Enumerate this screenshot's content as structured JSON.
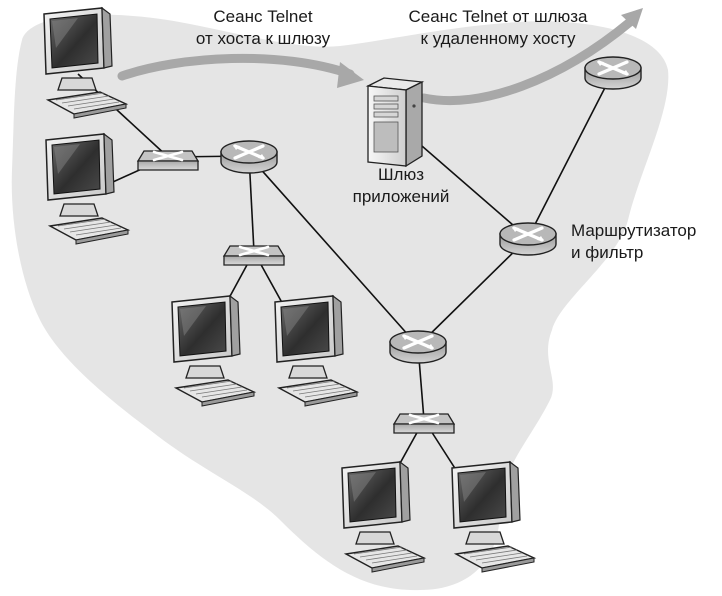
{
  "labels": {
    "session_host_to_gateway": [
      "Сеанс Telnet",
      "от хоста к шлюзу"
    ],
    "session_gateway_to_remote": [
      "Сеанс Telnet от шлюза",
      "к удаленному хосту"
    ],
    "application_gateway": [
      "Шлюз",
      "приложений"
    ],
    "router_and_filter": [
      "Маршрутизатор",
      "и фильтр"
    ]
  },
  "colors": {
    "network_area": "#e5e5e5",
    "link_line": "#111111",
    "session_arrow": "#a8a8a8",
    "router_fill": "#b8b8b8",
    "switch_fill": "#c4c4c4",
    "monitor_screen": "#3a3a3a"
  },
  "icons": {
    "host": "desktop-computer-icon",
    "switch": "switch-icon",
    "router": "router-icon",
    "gateway": "server-tower-icon"
  }
}
